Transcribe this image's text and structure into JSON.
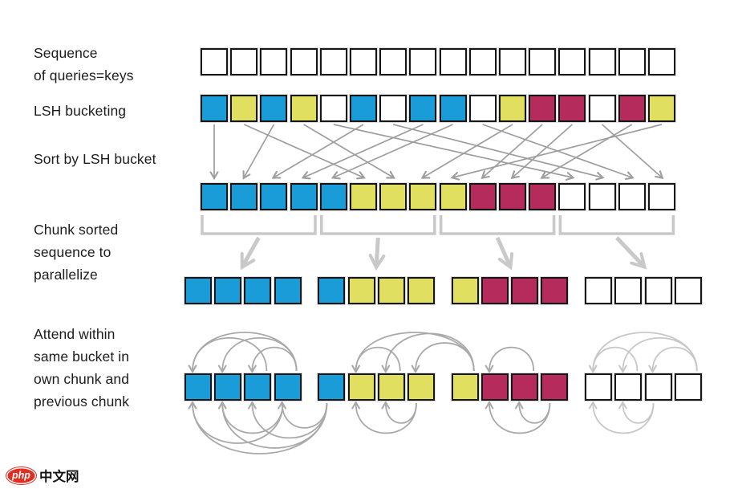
{
  "labels": {
    "sequence": "Sequence\nof queries=keys",
    "lsh": "LSH bucketing",
    "sort": "Sort by LSH bucket",
    "chunk": "Chunk sorted\nsequence to\nparallelize",
    "attend": "Attend within\nsame bucket in\nown chunk and\nprevious chunk"
  },
  "colors": {
    "blue": "#1a9cd8",
    "yellow": "#e0df60",
    "red": "#b52b5b",
    "white": "#ffffff",
    "sort_arrow_gray": "#9e9e9e",
    "bracket_gray": "#c9c9c9",
    "arc_gray": "#a9a9a9",
    "arc_light_gray": "#c7c7c7",
    "square_border": "#161616"
  },
  "rows": {
    "queries": [
      "W",
      "W",
      "W",
      "W",
      "W",
      "W",
      "W",
      "W",
      "W",
      "W",
      "W",
      "W",
      "W",
      "W",
      "W",
      "W"
    ],
    "buckets": [
      "B",
      "Y",
      "B",
      "Y",
      "W",
      "B",
      "W",
      "B",
      "B",
      "W",
      "Y",
      "R",
      "R",
      "W",
      "R",
      "Y"
    ],
    "sorted": [
      "B",
      "B",
      "B",
      "B",
      "B",
      "Y",
      "Y",
      "Y",
      "Y",
      "R",
      "R",
      "R",
      "W",
      "W",
      "W",
      "W"
    ],
    "chunk_row": [
      [
        "B",
        "B",
        "B",
        "B"
      ],
      [
        "B",
        "Y",
        "Y",
        "Y"
      ],
      [
        "Y",
        "R",
        "R",
        "R"
      ],
      [
        "W",
        "W",
        "W",
        "W"
      ]
    ],
    "attend_row": [
      [
        "B",
        "B",
        "B",
        "B"
      ],
      [
        "B",
        "Y",
        "Y",
        "Y"
      ],
      [
        "Y",
        "R",
        "R",
        "R"
      ],
      [
        "W",
        "W",
        "W",
        "W"
      ]
    ]
  },
  "sort_mapping": [
    0,
    5,
    1,
    6,
    12,
    2,
    13,
    3,
    4,
    14,
    7,
    9,
    10,
    15,
    11,
    8
  ],
  "num_chunks": 4,
  "attention_arcs": {
    "above": [
      [
        2,
        0
      ],
      [
        3,
        0
      ],
      [
        3,
        1
      ],
      [
        3,
        2
      ],
      [
        6,
        5
      ],
      [
        8,
        5
      ],
      [
        8,
        6
      ],
      [
        8,
        7
      ],
      [
        10,
        9
      ],
      [
        13,
        12
      ],
      [
        15,
        12
      ],
      [
        15,
        13
      ],
      [
        15,
        14
      ]
    ],
    "below": [
      [
        3,
        0
      ],
      [
        3,
        1
      ],
      [
        4,
        0
      ],
      [
        4,
        1
      ],
      [
        4,
        2
      ],
      [
        4,
        3
      ],
      [
        7,
        5
      ],
      [
        7,
        6
      ],
      [
        11,
        9
      ],
      [
        11,
        10
      ],
      [
        14,
        12
      ],
      [
        14,
        13
      ]
    ]
  },
  "watermark": {
    "brand": "php",
    "name": "中文网"
  }
}
